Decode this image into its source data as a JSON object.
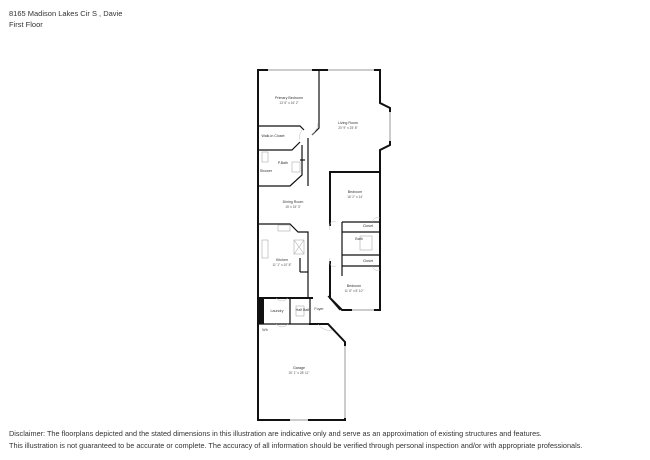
{
  "header": {
    "address": "8165 Madison Lakes Cir S , Davie",
    "floor": "First Floor"
  },
  "rooms": [
    {
      "name": "Primary Bedroom",
      "dims": "13' 6\" x 16' 2\""
    },
    {
      "name": "Living Room",
      "dims": "20' 9\" x 25' 8\""
    },
    {
      "name": "Walk-in Closet",
      "dims": ""
    },
    {
      "name": "P.Bath",
      "dims": ""
    },
    {
      "name": "Shower",
      "dims": ""
    },
    {
      "name": "Bedroom",
      "dims": "16' 2\" x 14'"
    },
    {
      "name": "Dining Room",
      "dims": "15' x 15' 3\""
    },
    {
      "name": "Closet",
      "dims": ""
    },
    {
      "name": "Bath",
      "dims": ""
    },
    {
      "name": "Closet",
      "dims": ""
    },
    {
      "name": "Kitchen",
      "dims": "11' 1\" x 10' 8\""
    },
    {
      "name": "Bedroom",
      "dims": "11' 6\" x 8' 10\""
    },
    {
      "name": "Laundry",
      "dims": ""
    },
    {
      "name": "Half Bath",
      "dims": ""
    },
    {
      "name": "Foyer",
      "dims": ""
    },
    {
      "name": "Wh",
      "dims": ""
    },
    {
      "name": "Garage",
      "dims": "20' 1\" x 28' 11\""
    }
  ],
  "disclaimer": {
    "line1": "Disclaimer: The floorplans depicted and the stated dimensions in this illustration are indicative only and serve as an approximation of existing structures and features.",
    "line2": "This illustration is not guaranteed to be accurate or complete. The accuracy of all information should be verified through personal inspection and/or with appropriate professionals."
  }
}
